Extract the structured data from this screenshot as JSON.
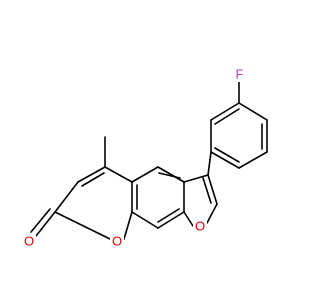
{
  "colors": {
    "background": "#ffffff",
    "bond": "#000000",
    "fluorine": "#c040c0",
    "oxygen": "#e00000"
  },
  "atoms": {
    "fluorine_label": "F",
    "furan_oxygen_label": "O",
    "pyranone_ring_oxygen_label": "O",
    "carbonyl_oxygen_label": "O"
  }
}
